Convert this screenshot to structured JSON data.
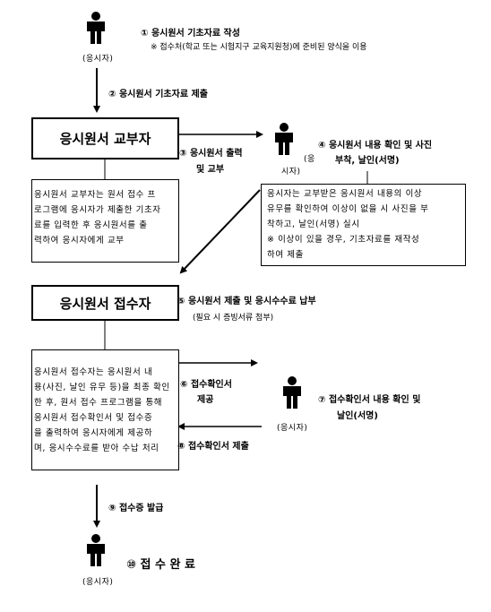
{
  "persons": [
    {
      "caption": "(응시자)"
    },
    {
      "caption_left": "(응",
      "caption_bottom": "시자)"
    },
    {
      "caption": "(응시자)"
    },
    {
      "caption": "(응시자)"
    }
  ],
  "steps": {
    "s1_title": "① 응시원서 기초자료 작성",
    "s1_note": "※ 접수처(학교 또는 시험지구 교육지원청)에 준비된 양식을 이용",
    "s2": "② 응시원서 기초자료 제출",
    "s3_line1": "③  응시원서  출력",
    "s3_line2": "및 교부",
    "s4_line1": "④ 응시원서 내용 확인 및 사진",
    "s4_line2": "부착, 날인(서명)",
    "s5": "⑤ 응시원서 제출 및 응시수수료 납부",
    "s5_note": "(필요 시 증빙서류 첨부)",
    "s6_line1": "⑥ 접수확인서",
    "s6_line2": "제공",
    "s7_line1": "⑦ 접수확인서 내용 확인 및",
    "s7_line2": "날인(서명)",
    "s8": "⑧ 접수확인서 제출",
    "s9": "⑨ 접수증 발급",
    "s10": "⑩ 접 수 완 료"
  },
  "boxes": {
    "issuer_title": "응시원서 교부자",
    "issuer_desc": "응시원서 교부자는 원서 접수 프\n로그램에 응시자가 제출한 기초자\n료를 입력한 후 응시원서를 출\n력하여 응시자에게 교부",
    "applicant_check": "응시자는 교부받은 응시원서 내용의 이상\n유무를 확인하여 이상이 없을 시 사진을 부\n착하고, 날인(서명) 실시\n※  이상이 있을 경우, 기초자료를 재작성\n    하여 제출",
    "receiver_title": "응시원서 접수자",
    "receiver_desc": "응시원서 접수자는 응시원서 내\n용(사진, 날인 유무 등)을 최종 확인\n한 후, 원서 접수 프로그램을 통해\n응시원서 접수확인서 및 접수증\n을 출력하여 응시자에게 제공하\n며, 응시수수료를 받아 수납 처리"
  }
}
